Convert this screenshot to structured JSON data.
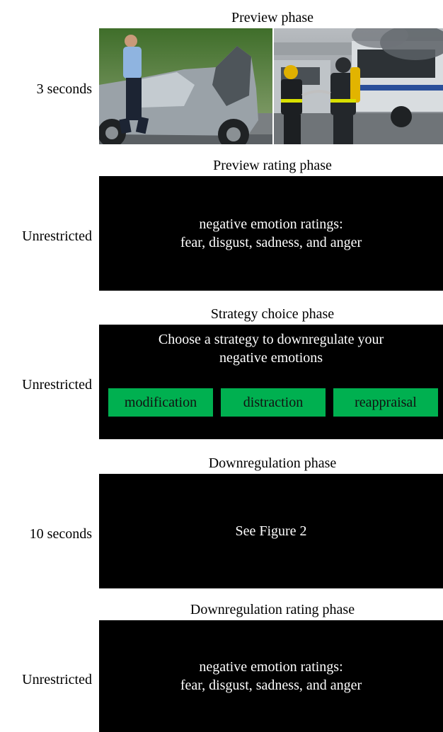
{
  "phases": [
    {
      "title": "Preview phase",
      "duration": "3 seconds"
    },
    {
      "title": "Preview rating phase",
      "duration": "Unrestricted",
      "screen_lines": [
        "negative emotion ratings:",
        "fear, disgust, sadness, and anger"
      ]
    },
    {
      "title": "Strategy choice phase",
      "duration": "Unrestricted",
      "prompt_lines": [
        "Choose a strategy to downregulate your",
        "negative emotions"
      ],
      "options": [
        "modification",
        "distraction",
        "reappraisal"
      ]
    },
    {
      "title": "Downregulation phase",
      "duration": "10 seconds",
      "screen_text": "See Figure 2"
    },
    {
      "title": "Downregulation rating phase",
      "duration": "Unrestricted",
      "screen_lines": [
        "negative emotion ratings:",
        "fear, disgust, sadness, and anger"
      ]
    }
  ],
  "colors": {
    "screen": "#000000",
    "option_fill": "#00b050"
  },
  "images": [
    "car-crash-photo",
    "bus-fire-firefighters-photo"
  ]
}
